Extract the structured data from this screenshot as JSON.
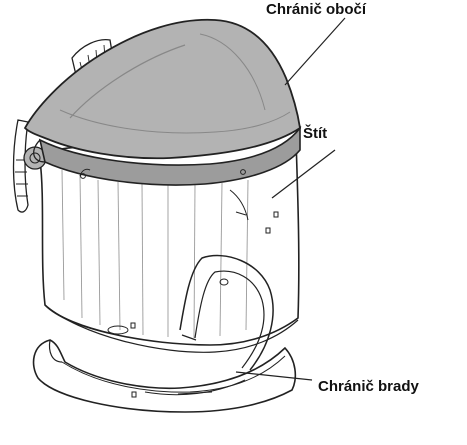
{
  "labels": {
    "brow_guard": "Chránič obočí",
    "visor": "Štít",
    "chin_guard": "Chránič brady"
  },
  "colors": {
    "brow_guard_fill": "#b3b3b3",
    "brow_guard_shade": "#9c9c9c",
    "outline": "#222222",
    "visor_fill": "#ffffff",
    "visor_lines": "#9a9a9a"
  }
}
